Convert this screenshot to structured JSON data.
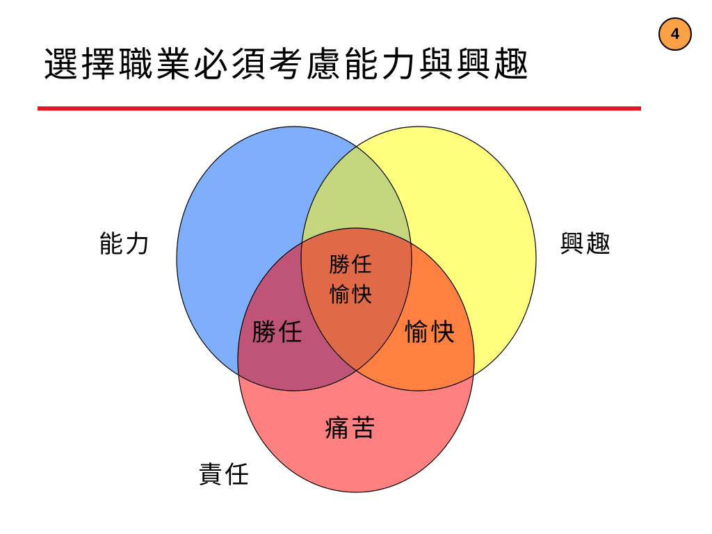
{
  "slide": {
    "title": "選擇職業必須考慮能力與興趣",
    "page_number": "4"
  },
  "colors": {
    "divider": "#e8161e",
    "badge_fill": "#fba044",
    "ability_circle": "#7eaefc",
    "interest_circle": "#ffff7d",
    "responsibility_circle": "#ff8080",
    "ability_interest_overlap": "#c5d67e",
    "ability_responsibility_overlap": "#c05478",
    "interest_responsibility_overlap": "#ff8040",
    "center_overlap": "#e06a48"
  },
  "venn": {
    "sets": {
      "ability": "能力",
      "interest": "興趣",
      "responsibility": "責任"
    },
    "regions": {
      "ability_and_responsibility": "勝任",
      "interest_and_responsibility": "愉快",
      "responsibility_only": "痛苦",
      "center_line1": "勝任",
      "center_line2": "愉快"
    }
  }
}
